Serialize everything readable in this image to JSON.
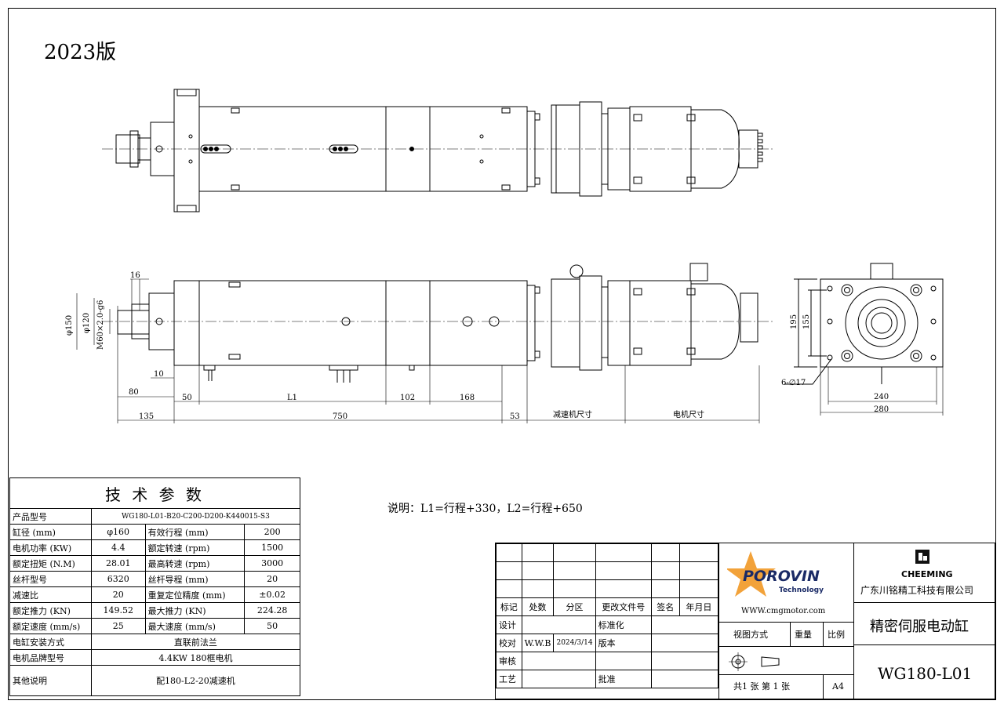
{
  "version_label": "2023版",
  "note": "说明：L1=行程+330，L2=行程+650",
  "dims": {
    "d16": "16",
    "d150": "φ150",
    "d120": "φ120",
    "thread": "M60×2.0-g6",
    "d80": "80",
    "d10": "10",
    "d50": "50",
    "L1": "L1",
    "d102": "102",
    "d168": "168",
    "d135": "135",
    "d750": "750",
    "d53": "53",
    "reducer_size": "减速机尺寸",
    "motor_size": "电机尺寸",
    "d195": "195",
    "d155": "155",
    "holes": "6-∅17",
    "d240": "240",
    "d280": "280"
  },
  "spec": {
    "title": "技 术 参 数",
    "model_label": "产品型号",
    "model_value": "WG180-L01-B20-C200-D200-K440015-S3",
    "rows": [
      {
        "l1": "缸径 (mm)",
        "v1": "φ160",
        "l2": "有效行程 (mm)",
        "v2": "200"
      },
      {
        "l1": "电机功率 (KW)",
        "v1": "4.4",
        "l2": "额定转速 (rpm)",
        "v2": "1500"
      },
      {
        "l1": "额定扭矩 (N.M)",
        "v1": "28.01",
        "l2": "最高转速 (rpm)",
        "v2": "3000"
      },
      {
        "l1": "丝杆型号",
        "v1": "6320",
        "l2": "丝杆导程 (mm)",
        "v2": "20"
      },
      {
        "l1": "减速比",
        "v1": "20",
        "l2": "重复定位精度 (mm)",
        "v2": "±0.02"
      },
      {
        "l1": "额定推力 (KN)",
        "v1": "149.52",
        "l2": "最大推力 (KN)",
        "v2": "224.28"
      },
      {
        "l1": "额定速度 (mm/s)",
        "v1": "25",
        "l2": "最大速度 (mm/s)",
        "v2": "50"
      }
    ],
    "mount_label": "电缸安装方式",
    "mount_value": "直联前法兰",
    "motor_label": "电机品牌型号",
    "motor_value": "4.4KW 180框电机",
    "other_label": "其他说明",
    "other_value": "配180-L2-20减速机"
  },
  "title_block": {
    "rev_headers": [
      "标记",
      "处数",
      "分区",
      "更改文件号",
      "签名",
      "年月日"
    ],
    "design": "设计",
    "standard": "标准化",
    "check": "校对",
    "checker": "W.W.B",
    "check_date": "2024/3/14",
    "version": "版本",
    "review": "审核",
    "process": "工艺",
    "approve": "批准",
    "logo_text": "POROVIN",
    "logo_sub": "Technology",
    "website": "WWW.cmgmotor.com",
    "brand": "CHEEMING",
    "company": "广东川铭精工科技有限公司",
    "product_name": "精密伺服电动缸",
    "view_mode": "视图方式",
    "weight": "重量",
    "scale": "比例",
    "drawing_no": "WG180-L01",
    "sheets": "共1  张 第 1  张",
    "paper": "A4"
  }
}
